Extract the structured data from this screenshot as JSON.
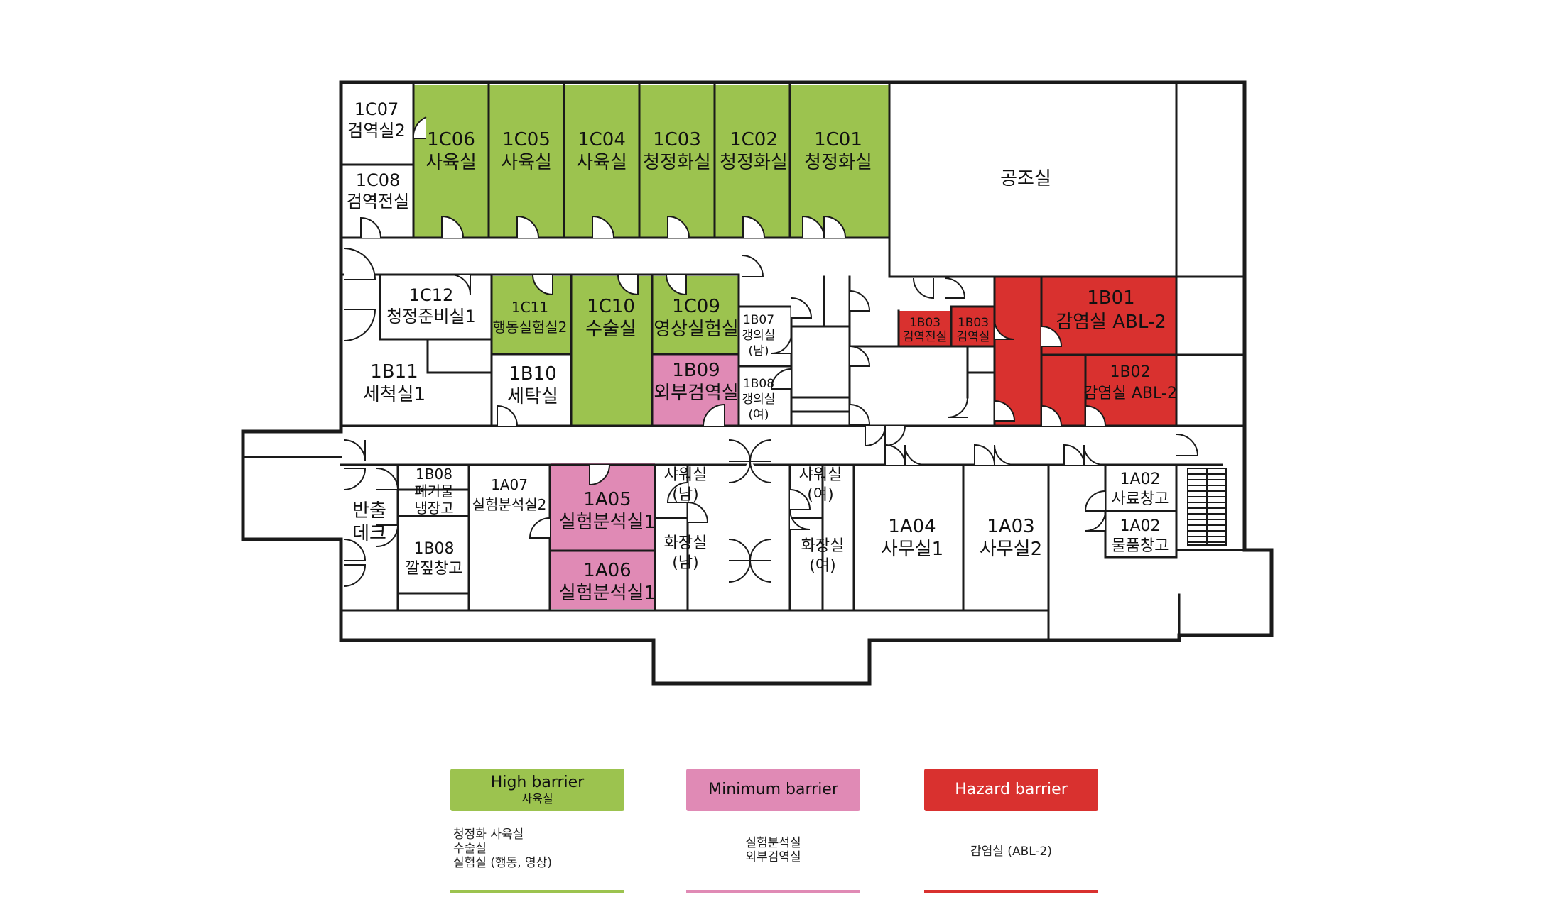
{
  "colors": {
    "high": "#9cc34f",
    "minimum": "#e08ab5",
    "hazard": "#d9312f",
    "wall": "#1a1a1a"
  },
  "rooms": {
    "c07": {
      "code": "1C07",
      "name": "검역실2"
    },
    "c08": {
      "code": "1C08",
      "name": "검역전실"
    },
    "c06": {
      "code": "1C06",
      "name": "사육실"
    },
    "c05": {
      "code": "1C05",
      "name": "사육실"
    },
    "c04": {
      "code": "1C04",
      "name": "사육실"
    },
    "c03": {
      "code": "1C03",
      "name": "청정화실"
    },
    "c02": {
      "code": "1C02",
      "name": "청정화실"
    },
    "c01": {
      "code": "1C01",
      "name": "청정화실"
    },
    "ahu": {
      "name": "공조실"
    },
    "c12": {
      "code": "1C12",
      "name": "청정준비실1"
    },
    "c11": {
      "code": "1C11",
      "name": "행동실험실2"
    },
    "c10": {
      "code": "1C10",
      "name": "수술실"
    },
    "c09": {
      "code": "1C09",
      "name": "영상실험실"
    },
    "b07": {
      "code": "1B07",
      "l1": "갱의실",
      "l2": "(남)"
    },
    "b08": {
      "code": "1B08",
      "l1": "갱의실",
      "l2": "(여)"
    },
    "b09": {
      "code": "1B09",
      "name": "외부검역실"
    },
    "b11": {
      "code": "1B11",
      "name": "세척실1"
    },
    "b10": {
      "code": "1B10",
      "name": "세탁실"
    },
    "b03a": {
      "code": "1B03",
      "name": "검역전실"
    },
    "b03b": {
      "code": "1B03",
      "name": "검역실"
    },
    "b01": {
      "code": "1B01",
      "name": "감염실 ABL-2"
    },
    "b02": {
      "code": "1B02",
      "name": "감염실 ABL-2"
    },
    "dock": {
      "l1": "반출",
      "l2": "데크"
    },
    "b08w": {
      "code": "1B08",
      "l1": "폐기물",
      "l2": "냉장고"
    },
    "b08s": {
      "code": "1B08",
      "name": "깔짚창고"
    },
    "a07": {
      "code": "1A07",
      "name": "실험분석실2"
    },
    "a05": {
      "code": "1A05",
      "name": "실험분석실1"
    },
    "a06": {
      "code": "1A06",
      "name": "실험분석실1"
    },
    "shower_m": {
      "l1": "샤워실",
      "l2": "(남)"
    },
    "toilet_m": {
      "l1": "화장실",
      "l2": "(남)"
    },
    "shower_f": {
      "l1": "샤워실",
      "l2": "(여)"
    },
    "toilet_f": {
      "l1": "화장실",
      "l2": "(여)"
    },
    "a04": {
      "code": "1A04",
      "name": "사무실1"
    },
    "a03": {
      "code": "1A03",
      "name": "사무실2"
    },
    "a02a": {
      "code": "1A02",
      "name": "사료창고"
    },
    "a02b": {
      "code": "1A02",
      "name": "물품창고"
    }
  },
  "legend": [
    {
      "title": "High barrier",
      "sub": "사육실",
      "items": [
        "청정화 사육실",
        "수술실",
        "실험실 (행동, 영상)"
      ]
    },
    {
      "title": "Minimum barrier",
      "sub": "",
      "items": [
        "실험분석실",
        "외부검역실"
      ]
    },
    {
      "title": "Hazard barrier",
      "sub": "",
      "items": [
        "감염실 (ABL-2)"
      ]
    }
  ]
}
